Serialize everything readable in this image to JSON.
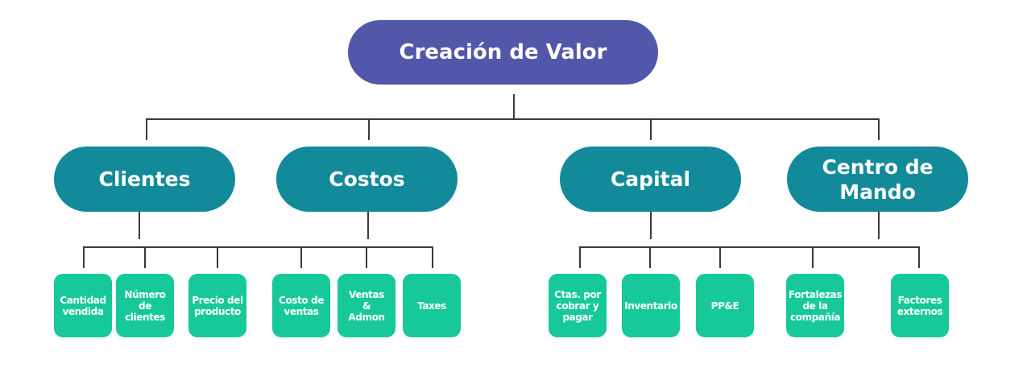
{
  "root": {
    "label": "Creación de Valor",
    "color": "#5257A9"
  },
  "categories": [
    {
      "label": "Clientes",
      "color": "#138A9A",
      "children": [
        "Cantidad vendida",
        "Número de clientes",
        "Precio del producto"
      ]
    },
    {
      "label": "Costos",
      "color": "#138A9A",
      "children": [
        "Costo de ventas",
        "Ventas & Admon",
        "Taxes"
      ]
    },
    {
      "label": "Capital",
      "color": "#138A9A",
      "children": [
        "Ctas. por cobrar y pagar",
        "Inventario",
        "PP&E"
      ]
    },
    {
      "label": "Centro de Mando",
      "color": "#138A9A",
      "children": [
        "Fortalezas de la compañía",
        "Factores externos"
      ]
    }
  ],
  "leaf_color": "#17C99A",
  "connector_color": "#3a3a3a"
}
